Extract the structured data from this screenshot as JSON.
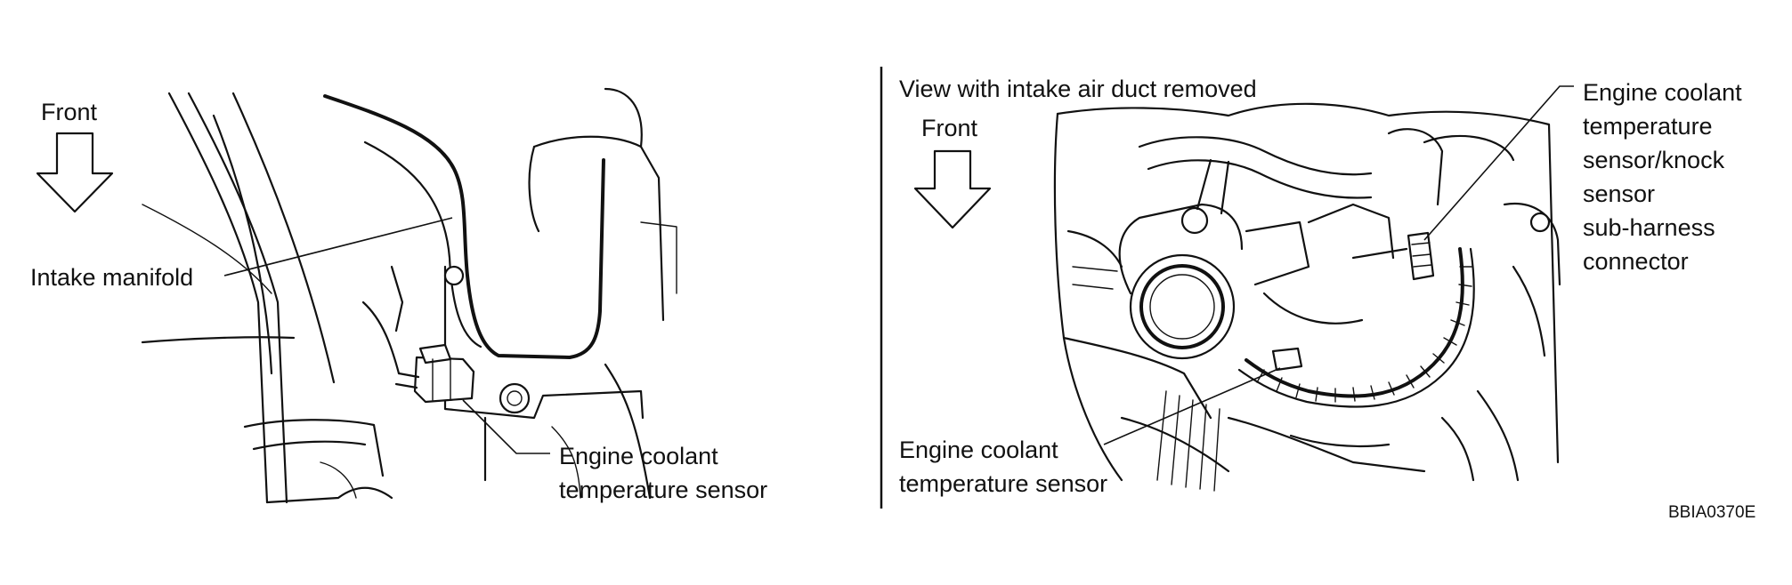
{
  "left_panel": {
    "front_label": "Front",
    "intake_manifold_label": "Intake manifold",
    "sensor_label_line1": "Engine coolant",
    "sensor_label_line2": "temperature sensor"
  },
  "right_panel": {
    "view_caption": "View with intake air duct removed",
    "front_label": "Front",
    "connector_label_lines": [
      "Engine coolant",
      "temperature",
      "sensor/knock",
      "sensor",
      "sub-harness",
      "connector"
    ],
    "sensor_label_line1": "Engine coolant",
    "sensor_label_line2": "temperature sensor"
  },
  "figure_code": "BBIA0370E"
}
